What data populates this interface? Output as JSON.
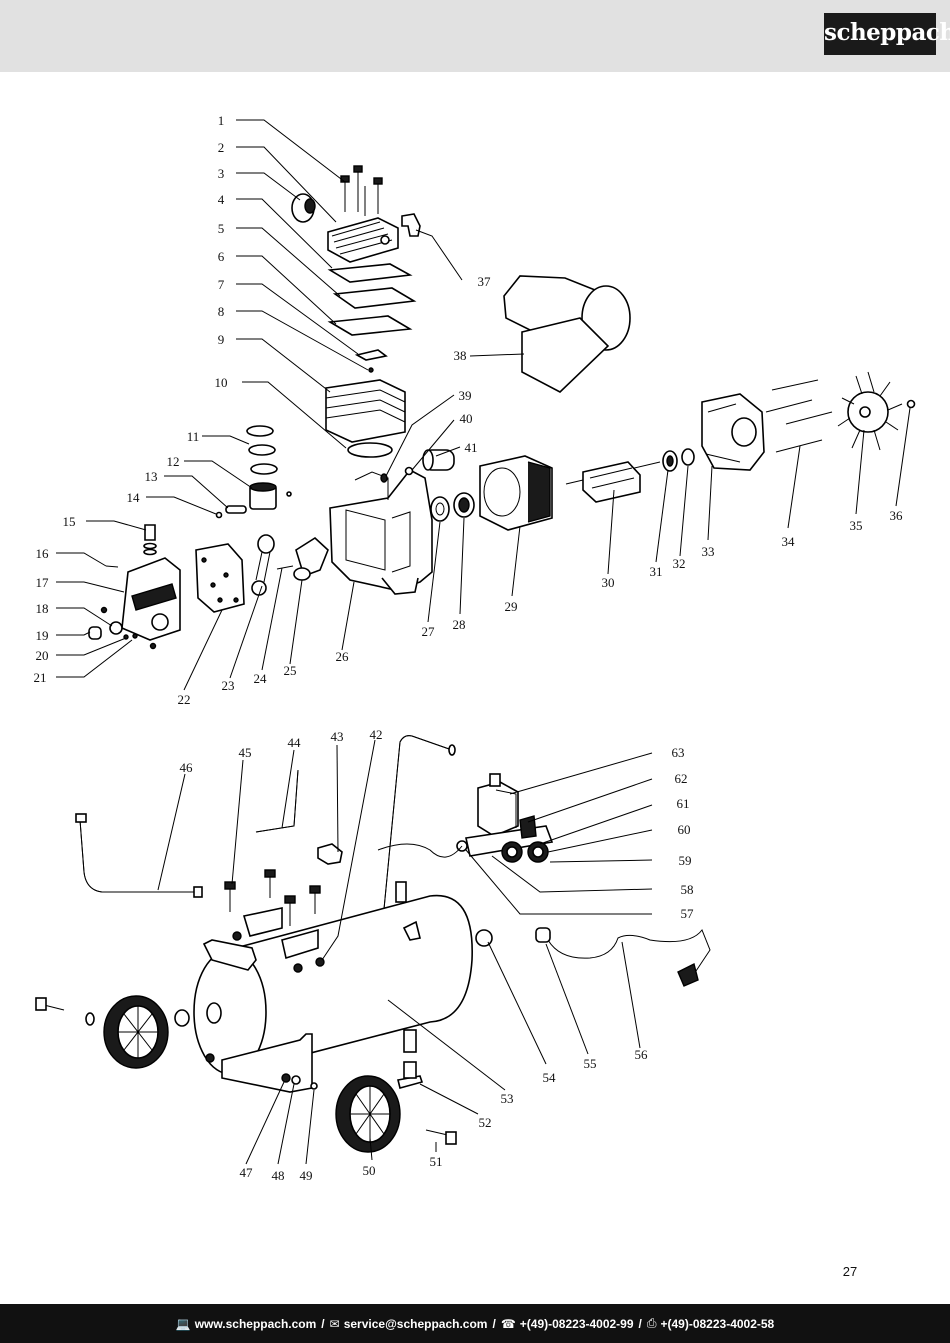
{
  "brand": {
    "logo_text": "scheppach"
  },
  "page": {
    "number": "27"
  },
  "footer": {
    "website": "www.scheppach.com",
    "email": "service@scheppach.com",
    "phone": "+(49)-08223-4002-99",
    "fax": "+(49)-08223-4002-58",
    "separator": "/",
    "icons": [
      "computer-icon",
      "mail-icon",
      "phone-icon",
      "fax-icon"
    ]
  },
  "diagram": {
    "part_numbers": [
      "1",
      "2",
      "3",
      "4",
      "5",
      "6",
      "7",
      "8",
      "9",
      "10",
      "11",
      "12",
      "13",
      "14",
      "15",
      "16",
      "17",
      "18",
      "19",
      "20",
      "21",
      "22",
      "23",
      "24",
      "25",
      "26",
      "27",
      "28",
      "29",
      "30",
      "31",
      "32",
      "33",
      "34",
      "35",
      "36",
      "37",
      "38",
      "39",
      "40",
      "41",
      "42",
      "43",
      "44",
      "45",
      "46",
      "47",
      "48",
      "49",
      "50",
      "51",
      "52",
      "53",
      "54",
      "55",
      "56",
      "57",
      "58",
      "59",
      "60",
      "61",
      "62",
      "63"
    ]
  },
  "colors": {
    "header_bg": "#e1e1e1",
    "footer_bg": "#111111",
    "logo_bg": "#1a1a1a"
  }
}
